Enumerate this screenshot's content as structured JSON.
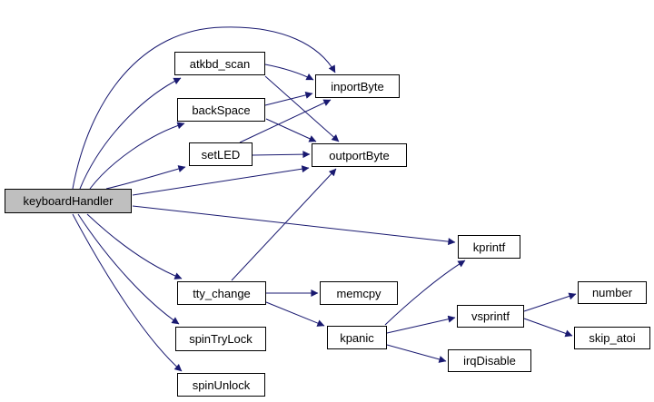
{
  "diagram": {
    "type": "call-graph",
    "root": "keyboardHandler",
    "colors": {
      "edge": "#191970",
      "node_border": "#000000",
      "node_fill": "#ffffff",
      "root_fill": "#bfbfbf",
      "background": "#ffffff",
      "text": "#000000"
    },
    "nodes": [
      {
        "id": "keyboardHandler",
        "label": "keyboardHandler",
        "highlighted": true
      },
      {
        "id": "atkbd_scan",
        "label": "atkbd_scan",
        "highlighted": false
      },
      {
        "id": "backSpace",
        "label": "backSpace",
        "highlighted": false
      },
      {
        "id": "setLED",
        "label": "setLED",
        "highlighted": false
      },
      {
        "id": "inportByte",
        "label": "inportByte",
        "highlighted": false
      },
      {
        "id": "outportByte",
        "label": "outportByte",
        "highlighted": false
      },
      {
        "id": "kprintf",
        "label": "kprintf",
        "highlighted": false
      },
      {
        "id": "tty_change",
        "label": "tty_change",
        "highlighted": false
      },
      {
        "id": "memcpy",
        "label": "memcpy",
        "highlighted": false
      },
      {
        "id": "spinTryLock",
        "label": "spinTryLock",
        "highlighted": false
      },
      {
        "id": "kpanic",
        "label": "kpanic",
        "highlighted": false
      },
      {
        "id": "spinUnlock",
        "label": "spinUnlock",
        "highlighted": false
      },
      {
        "id": "vsprintf",
        "label": "vsprintf",
        "highlighted": false
      },
      {
        "id": "irqDisable",
        "label": "irqDisable",
        "highlighted": false
      },
      {
        "id": "number",
        "label": "number",
        "highlighted": false
      },
      {
        "id": "skip_atoi",
        "label": "skip_atoi",
        "highlighted": false
      }
    ],
    "edges": [
      {
        "from": "keyboardHandler",
        "to": "atkbd_scan"
      },
      {
        "from": "keyboardHandler",
        "to": "backSpace"
      },
      {
        "from": "keyboardHandler",
        "to": "setLED"
      },
      {
        "from": "keyboardHandler",
        "to": "inportByte"
      },
      {
        "from": "keyboardHandler",
        "to": "outportByte"
      },
      {
        "from": "keyboardHandler",
        "to": "kprintf"
      },
      {
        "from": "keyboardHandler",
        "to": "tty_change"
      },
      {
        "from": "keyboardHandler",
        "to": "spinTryLock"
      },
      {
        "from": "keyboardHandler",
        "to": "spinUnlock"
      },
      {
        "from": "atkbd_scan",
        "to": "inportByte"
      },
      {
        "from": "atkbd_scan",
        "to": "outportByte"
      },
      {
        "from": "backSpace",
        "to": "inportByte"
      },
      {
        "from": "backSpace",
        "to": "outportByte"
      },
      {
        "from": "setLED",
        "to": "inportByte"
      },
      {
        "from": "setLED",
        "to": "outportByte"
      },
      {
        "from": "tty_change",
        "to": "memcpy"
      },
      {
        "from": "tty_change",
        "to": "outportByte"
      },
      {
        "from": "tty_change",
        "to": "kpanic"
      },
      {
        "from": "kpanic",
        "to": "kprintf"
      },
      {
        "from": "kpanic",
        "to": "vsprintf"
      },
      {
        "from": "kpanic",
        "to": "irqDisable"
      },
      {
        "from": "vsprintf",
        "to": "number"
      },
      {
        "from": "vsprintf",
        "to": "skip_atoi"
      }
    ]
  }
}
